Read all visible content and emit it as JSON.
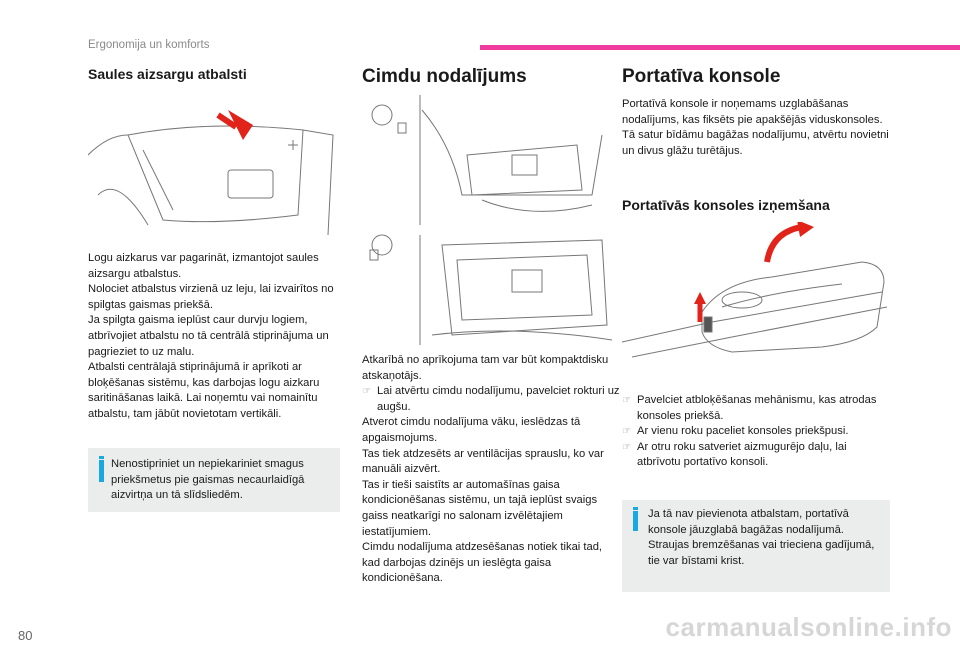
{
  "header": {
    "section": "Ergonomija un komforts",
    "accent_color": "#ee3b9d"
  },
  "left": {
    "title": "Saules aizsargu atbalsti",
    "paragraphs": [
      "Logu aizkarus var pagarināt, izmantojot saules aizsargu atbalstus.",
      "Nolociet atbalstus virzienā uz leju, lai izvairītos no spilgtas gaismas priekšā.",
      "Ja spilgta gaisma ieplūst caur durvju logiem, atbrīvojiet atbalstu no tā centrālā stiprinājuma un pagrieziet to uz malu.",
      "Atbalsti centrālajā stiprinājumā ir aprīkoti ar bloķēšanas sistēmu, kas darbojas logu aizkaru saritināšanas laikā. Lai noņemtu vai nomainītu atbalstu, tam jābūt novietotam vertikāli."
    ],
    "info": "Nenostipriniet un nepiekariniet smagus priekšmetus pie gaismas necaurlaidīgā aizvirtņa un tā slīdsliedēm."
  },
  "middle": {
    "title": "Cimdu nodalījums",
    "p1": "Atkarībā no aprīkojuma tam var būt kompaktdisku atskaņotājs.",
    "bullet1": "Lai atvērtu cimdu nodalījumu, pavelciet rokturi uz augšu.",
    "paragraphs": [
      "Atverot cimdu nodalījuma vāku, ieslēdzas tā apgaismojums.",
      "Tas tiek atdzesēts ar ventilācijas sprauslu, ko var manuāli aizvērt.",
      "Tas ir tieši saistīts ar automašīnas gaisa kondicionēšanas sistēmu, un tajā ieplūst svaigs gaiss neatkarīgi no salonam izvēlētajiem iestatījumiem.",
      "Cimdu nodalījuma atdzesēšanas notiek tikai tad, kad darbojas dzinējs un ieslēgta gaisa kondicionēšana."
    ]
  },
  "right": {
    "title": "Portatīva konsole",
    "paragraphs": [
      "Portatīvā konsole ir noņemams uzglabāšanas nodalījums, kas fiksēts pie apakšējās viduskonsoles.",
      "Tā satur bīdāmu bagāžas nodalījumu, atvērtu novietni un divus glāžu turētājus."
    ],
    "subtitle": "Portatīvās konsoles izņemšana",
    "bullets": [
      "Pavelciet atbloķēšanas mehānismu, kas atrodas konsoles priekšā.",
      "Ar vienu roku paceliet konsoles priekšpusi.",
      "Ar otru roku satveriet aizmugurējo daļu, lai atbrīvotu portatīvo konsoli."
    ],
    "info": "Ja tā nav pievienota atbalstam, portatīvā konsole jāuzglabā bagāžas nodalījumā. Straujas bremzēšanas vai trieciena gadījumā, tie var bīstami krist."
  },
  "footer": {
    "page_number": "80",
    "watermark": "carmanualsonline.info"
  }
}
